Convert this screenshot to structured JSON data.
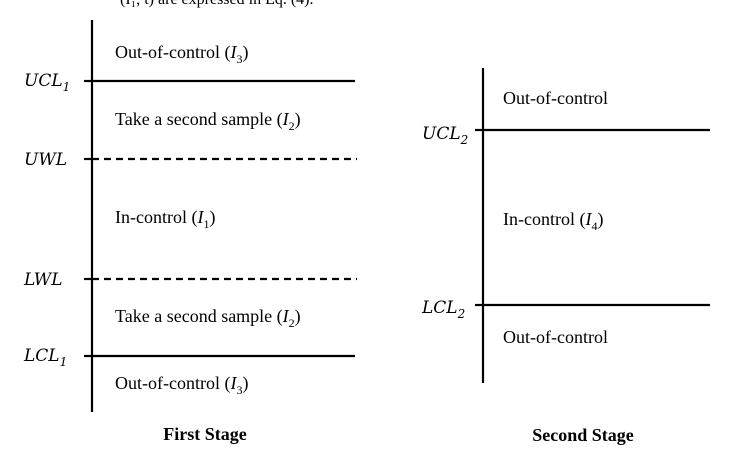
{
  "top_fragment": "(I₁, t) are expressed in Eq. (4).",
  "first_stage": {
    "title": "First Stage",
    "limits": {
      "ucl1": {
        "base": "UCL",
        "sub": "1"
      },
      "uwl": {
        "base": "UWL",
        "sub": ""
      },
      "lwl": {
        "base": "LWL",
        "sub": ""
      },
      "lcl1": {
        "base": "LCL",
        "sub": "1"
      }
    },
    "regions": {
      "top": {
        "text": "Out-of-control (",
        "var": "I",
        "sub": "3",
        "close": ")"
      },
      "upper_warning": {
        "text": "Take a second sample (",
        "var": "I",
        "sub": "2",
        "close": ")"
      },
      "center": {
        "text": "In-control (",
        "var": "I",
        "sub": "1",
        "close": ")"
      },
      "lower_warning": {
        "text": "Take a second sample (",
        "var": "I",
        "sub": "2",
        "close": ")"
      },
      "bottom": {
        "text": "Out-of-control (",
        "var": "I",
        "sub": "3",
        "close": ")"
      }
    }
  },
  "second_stage": {
    "title": "Second Stage",
    "limits": {
      "ucl2": {
        "base": "UCL",
        "sub": "2"
      },
      "lcl2": {
        "base": "LCL",
        "sub": "2"
      }
    },
    "regions": {
      "top": {
        "text": "Out-of-control"
      },
      "center": {
        "text": "In-control (",
        "var": "I",
        "sub": "4",
        "close": ")"
      },
      "bottom": {
        "text": "Out-of-control"
      }
    }
  }
}
